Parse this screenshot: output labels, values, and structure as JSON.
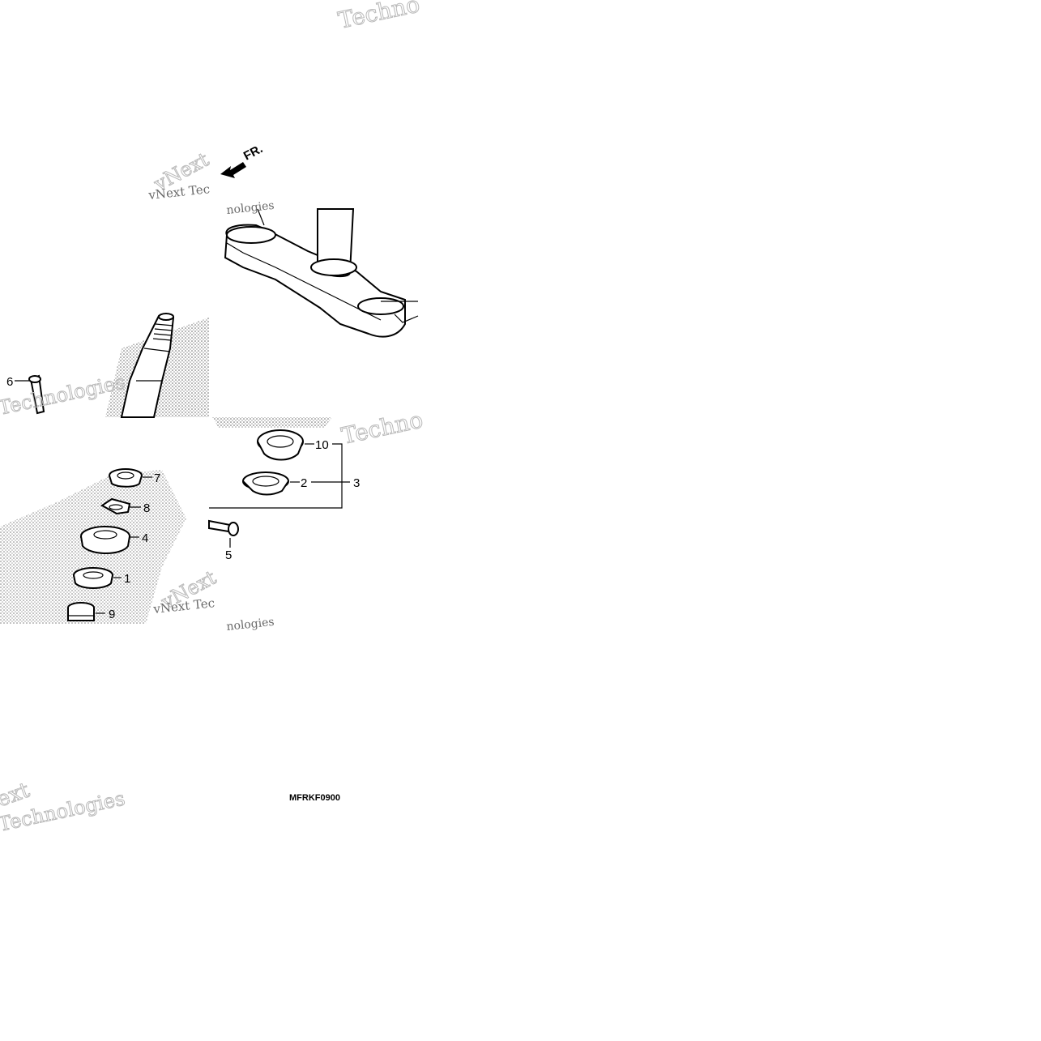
{
  "diagram": {
    "direction_label": "FR.",
    "drawing_code": "MFRKF0900",
    "callouts": {
      "c1": "1",
      "c2": "2",
      "c3": "3",
      "c4": "4",
      "c5": "5",
      "c6": "6",
      "c7": "7",
      "c8": "8",
      "c9": "9",
      "c10": "10"
    },
    "watermarks": {
      "w1": "Techno",
      "w2": "vNext Tec",
      "w3": "nologies",
      "w4": "vNext",
      "w5": "Technologies",
      "w6": "Techno",
      "w7": "vNext",
      "w8": "vNext Tec",
      "w9": "nologies",
      "w10": "ext",
      "w11": "Technologies"
    }
  }
}
